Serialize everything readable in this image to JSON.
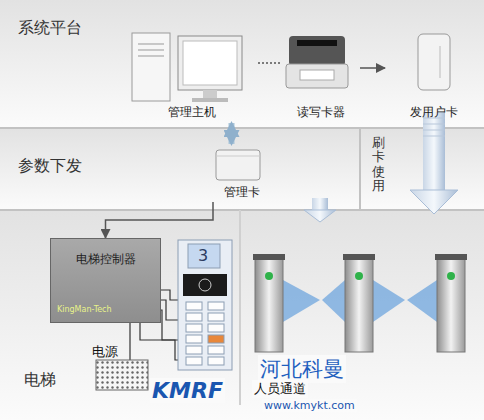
{
  "diagram": {
    "nodes": [
      {
        "text": [
          "系统平台"
        ]
      },
      {
        "text": [
          "管理主机"
        ],
        "in": 0
      },
      {
        "text": [
          "读写卡器"
        ],
        "in": 0
      },
      {
        "text": [
          "发用户卡"
        ],
        "in": 0
      },
      {
        "text": [
          "参数下发"
        ]
      },
      {
        "text": [
          "管理卡"
        ],
        "in": 4
      },
      {
        "text": [
          "刷卡使用"
        ],
        "in": 4
      },
      {
        "text": [
          "电梯"
        ]
      },
      {
        "text": [
          "电梯控制器",
          "KingMan-Tech"
        ],
        "in": 7
      }
    ],
    "edges": [
      {
        "from": 1,
        "to": 2,
        "arrow": "none"
      },
      {
        "from": 2,
        "to": 3,
        "arrow": "to"
      },
      {
        "from": 1,
        "to": 5,
        "arrow": "both"
      },
      {
        "from": 5,
        "to": 8,
        "arrow": "to"
      }
    ],
    "labels": [
      "3",
      "电源",
      "河北科曼",
      "KMRF",
      "人员通道",
      "www.kmykt.com"
    ]
  }
}
